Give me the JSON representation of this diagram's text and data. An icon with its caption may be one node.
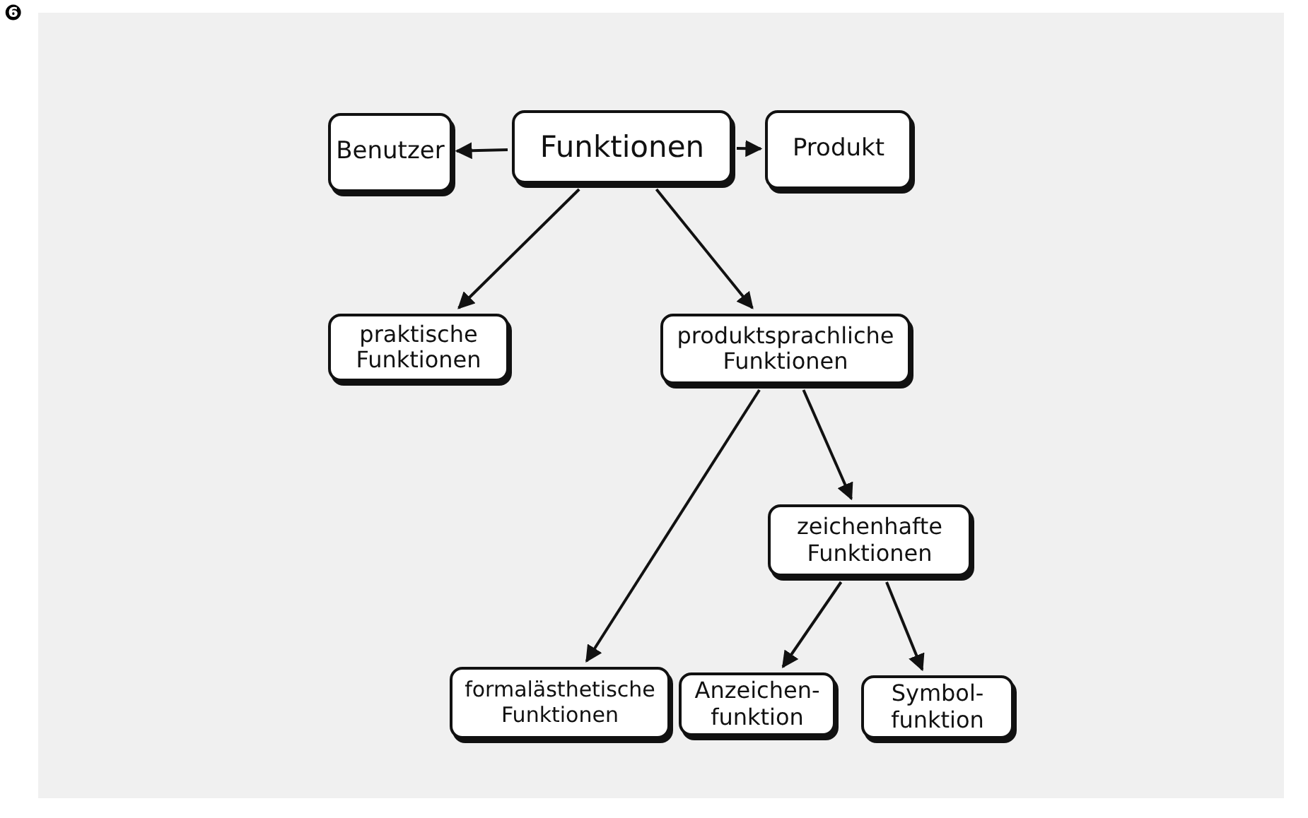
{
  "diagram": {
    "nodes": [
      {
        "text": [
          "Funktionen"
        ]
      },
      {
        "text": [
          "Benutzer"
        ]
      },
      {
        "text": [
          "Produkt"
        ]
      },
      {
        "text": [
          "praktische Funktionen"
        ]
      },
      {
        "text": [
          "produktsprachliche Funktionen"
        ]
      },
      {
        "text": [
          "zeichenhafte Funktionen"
        ]
      },
      {
        "text": [
          "formalästhetische Funktionen"
        ]
      },
      {
        "text": [
          "Anzeichen- funktion"
        ]
      },
      {
        "text": [
          "Symbol- funktion"
        ]
      }
    ],
    "edges": [
      {
        "from": 0,
        "to": 1,
        "arrow": "to"
      },
      {
        "from": 0,
        "to": 2,
        "arrow": "to"
      },
      {
        "from": 0,
        "to": 3,
        "arrow": "to"
      },
      {
        "from": 0,
        "to": 4,
        "arrow": "to"
      },
      {
        "from": 4,
        "to": 6,
        "arrow": "to"
      },
      {
        "from": 4,
        "to": 5,
        "arrow": "to"
      },
      {
        "from": 5,
        "to": 7,
        "arrow": "to"
      },
      {
        "from": 5,
        "to": 8,
        "arrow": "to"
      }
    ],
    "labels": [
      "❻"
    ]
  }
}
